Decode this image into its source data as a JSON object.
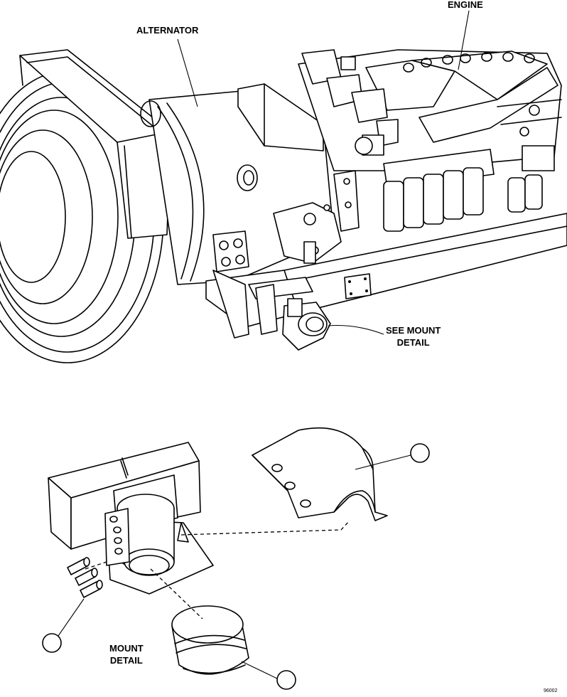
{
  "labels": {
    "engine": "ENGINE",
    "alternator": "ALTERNATOR",
    "see_mount_line1": "SEE MOUNT",
    "see_mount_line2": "DETAIL",
    "mount_detail_line1": "MOUNT",
    "mount_detail_line2": "DETAIL"
  },
  "figure_number": "96002",
  "callouts": [
    "",
    "",
    ""
  ]
}
